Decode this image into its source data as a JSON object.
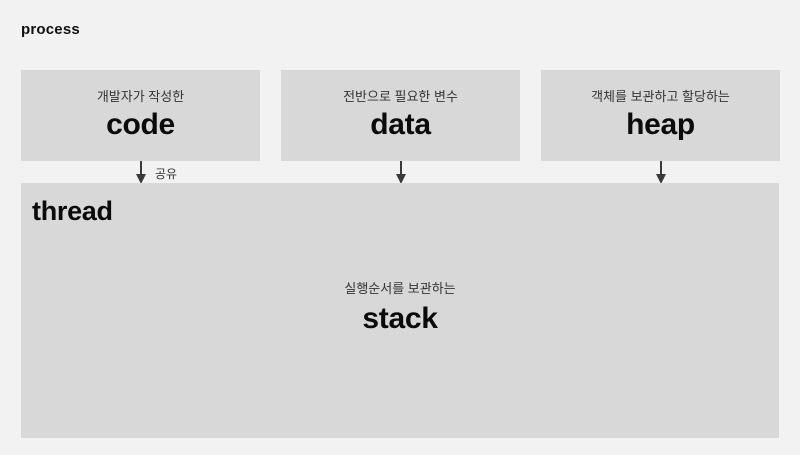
{
  "diagram": {
    "title": "process",
    "background_color": "#f2f2f2",
    "box_color": "#d8d8d8",
    "text_color": "#0b0b0b",
    "segments": [
      {
        "caption": "개발자가 작성한",
        "name": "code"
      },
      {
        "caption": "전반으로 필요한 변수",
        "name": "data"
      },
      {
        "caption": "객체를 보관하고 할당하는",
        "name": "heap"
      }
    ],
    "arrows": [
      {
        "icon": "arrow-down-icon",
        "label": "공유"
      },
      {
        "icon": "arrow-down-icon",
        "label": ""
      },
      {
        "icon": "arrow-down-icon",
        "label": ""
      }
    ],
    "thread": {
      "label": "thread",
      "caption": "실행순서를 보관하는",
      "name": "stack"
    }
  }
}
